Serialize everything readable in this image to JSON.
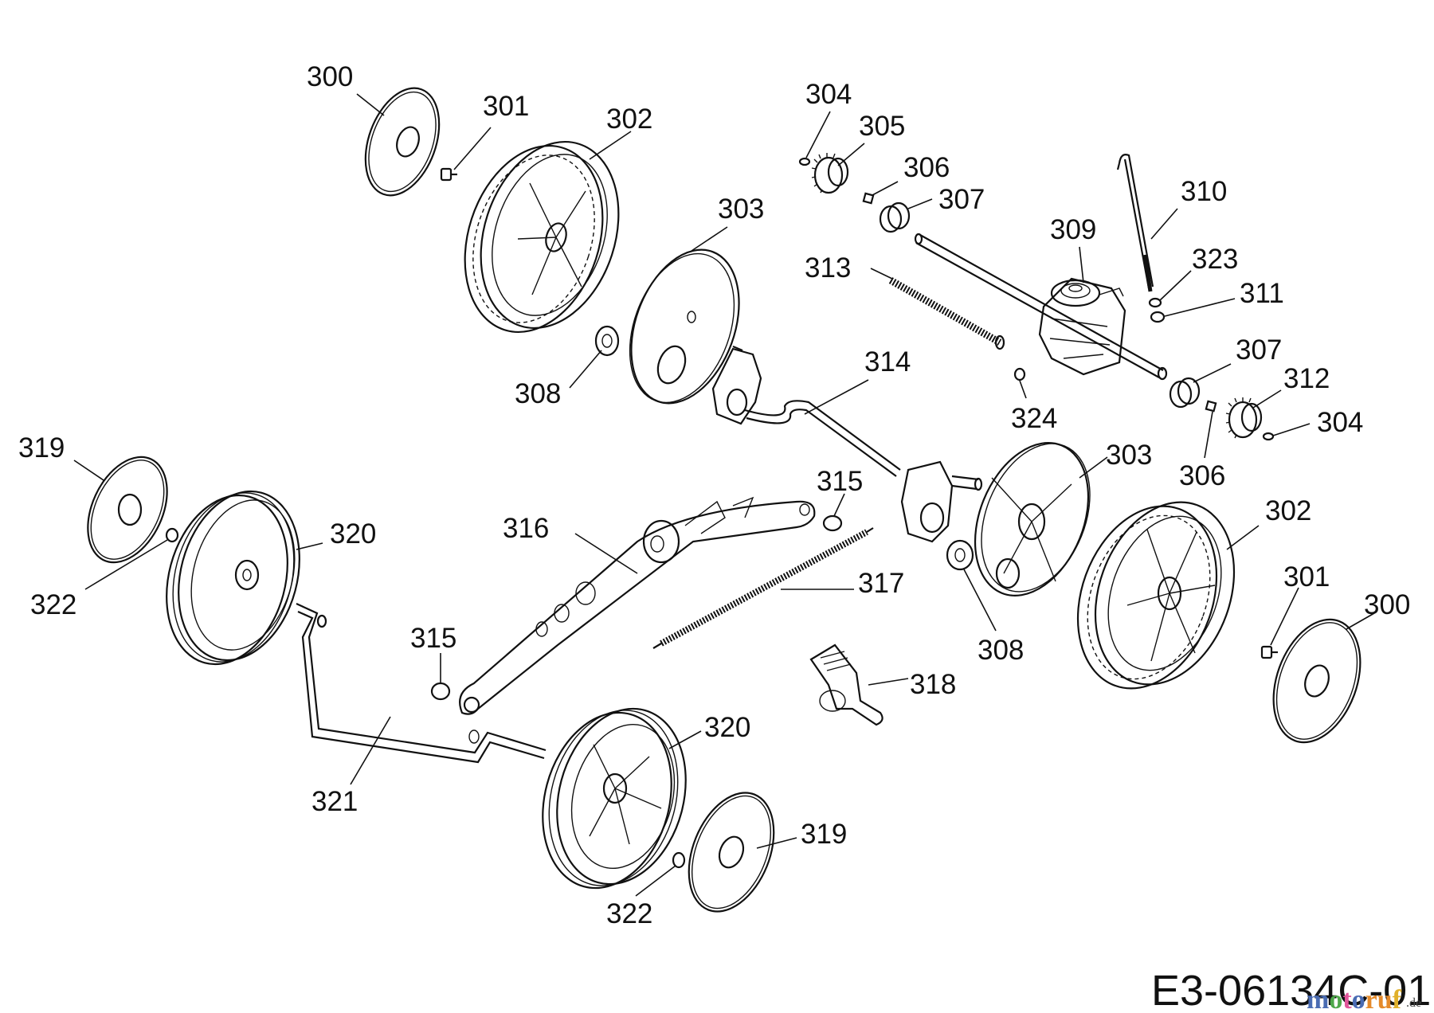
{
  "diagram": {
    "title": "Wheel drive exploded parts diagram",
    "drawing_code": "E3-06134C-01",
    "watermark": {
      "letters": [
        {
          "char": "m",
          "color": "#4a6cb3"
        },
        {
          "char": "o",
          "color": "#4ea84a"
        },
        {
          "char": "t",
          "color": "#e0569a"
        },
        {
          "char": "o",
          "color": "#4a6cb3"
        },
        {
          "char": "r",
          "color": "#e58a2a"
        },
        {
          "char": "u",
          "color": "#e58a2a"
        },
        {
          "char": "f",
          "color": "#e0b02a"
        }
      ],
      "suffix": ".de"
    },
    "callouts": [
      {
        "id": "c300a",
        "label": "300",
        "part": "hubcap"
      },
      {
        "id": "c301a",
        "label": "301",
        "part": "screw"
      },
      {
        "id": "c302a",
        "label": "302",
        "part": "rear-wheel"
      },
      {
        "id": "c303a",
        "label": "303",
        "part": "wheel-cover"
      },
      {
        "id": "c304a",
        "label": "304",
        "part": "retaining-ring"
      },
      {
        "id": "c305",
        "label": "305",
        "part": "pinion-gear"
      },
      {
        "id": "c306a",
        "label": "306",
        "part": "key"
      },
      {
        "id": "c307a",
        "label": "307",
        "part": "bushing"
      },
      {
        "id": "c309",
        "label": "309",
        "part": "transmission"
      },
      {
        "id": "c310",
        "label": "310",
        "part": "bolt-rod"
      },
      {
        "id": "c313",
        "label": "313",
        "part": "axle-spring"
      },
      {
        "id": "c323",
        "label": "323",
        "part": "washer"
      },
      {
        "id": "c311",
        "label": "311",
        "part": "nut"
      },
      {
        "id": "c308a",
        "label": "308",
        "part": "bearing"
      },
      {
        "id": "c314",
        "label": "314",
        "part": "height-adjust-axle"
      },
      {
        "id": "c324",
        "label": "324",
        "part": "washer"
      },
      {
        "id": "c307b",
        "label": "307",
        "part": "bushing"
      },
      {
        "id": "c312",
        "label": "312",
        "part": "pinion-gear"
      },
      {
        "id": "c304b",
        "label": "304",
        "part": "retaining-ring"
      },
      {
        "id": "c306b",
        "label": "306",
        "part": "key"
      },
      {
        "id": "c303b",
        "label": "303",
        "part": "wheel-cover"
      },
      {
        "id": "c302b",
        "label": "302",
        "part": "rear-wheel"
      },
      {
        "id": "c319a",
        "label": "319",
        "part": "hubcap"
      },
      {
        "id": "c320a",
        "label": "320",
        "part": "front-wheel"
      },
      {
        "id": "c322a",
        "label": "322",
        "part": "bearing"
      },
      {
        "id": "c316",
        "label": "316",
        "part": "height-adjust-lever-bracket"
      },
      {
        "id": "c315a",
        "label": "315",
        "part": "bushing"
      },
      {
        "id": "c317",
        "label": "317",
        "part": "extension-spring"
      },
      {
        "id": "c308b",
        "label": "308",
        "part": "bearing"
      },
      {
        "id": "c301b",
        "label": "301",
        "part": "screw"
      },
      {
        "id": "c300b",
        "label": "300",
        "part": "hubcap"
      },
      {
        "id": "c315b",
        "label": "315",
        "part": "bushing"
      },
      {
        "id": "c318",
        "label": "318",
        "part": "height-adjust-handle"
      },
      {
        "id": "c320b",
        "label": "320",
        "part": "front-wheel"
      },
      {
        "id": "c321",
        "label": "321",
        "part": "front-axle"
      },
      {
        "id": "c319b",
        "label": "319",
        "part": "hubcap"
      },
      {
        "id": "c322b",
        "label": "322",
        "part": "bearing"
      }
    ]
  }
}
